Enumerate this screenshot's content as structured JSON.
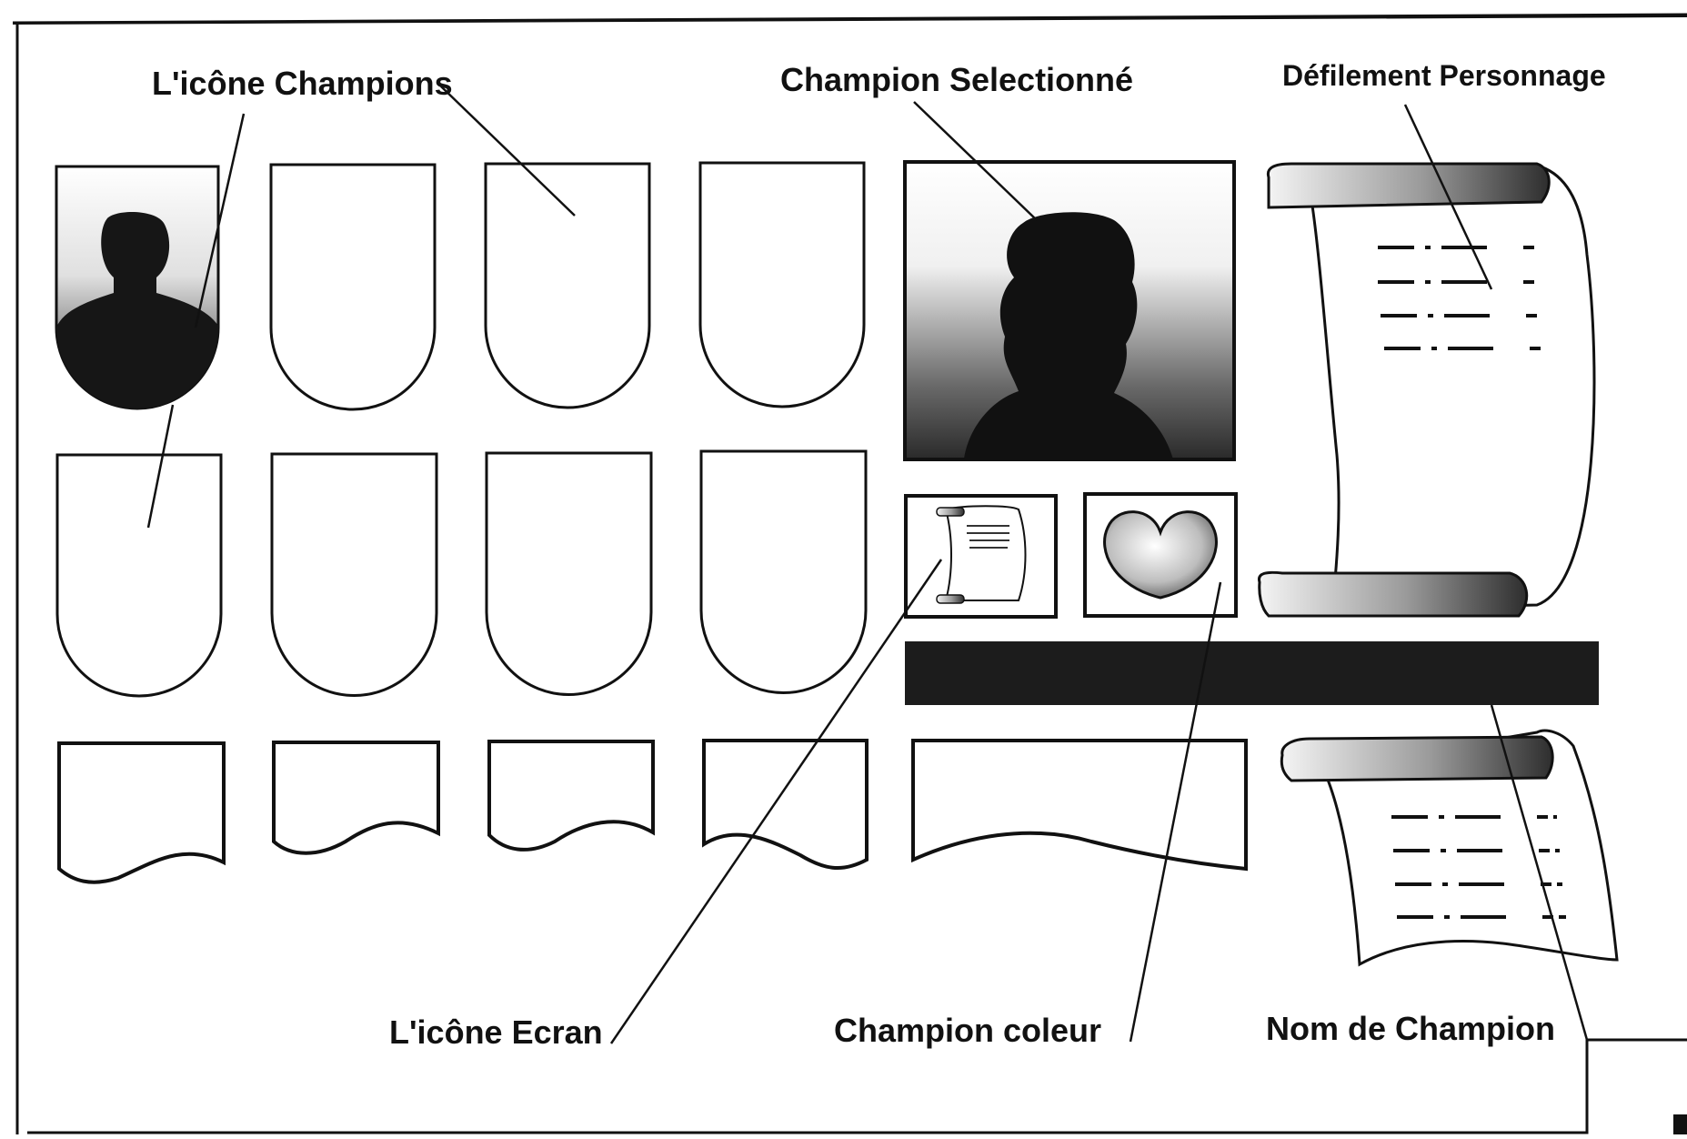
{
  "labels": {
    "champion_icons": "L'icône Champions",
    "selected_champion": "Champion Selectionné",
    "character_scroll": "Défilement Personnage",
    "screen_icon": "L'icône Ecran",
    "champion_color": "Champion coleur",
    "champion_name": "Nom de Champion"
  },
  "colors": {
    "ink": "#111111",
    "paper": "#ffffff",
    "name_bar": "#1c1c1c",
    "shade": "#8a8a8a"
  }
}
